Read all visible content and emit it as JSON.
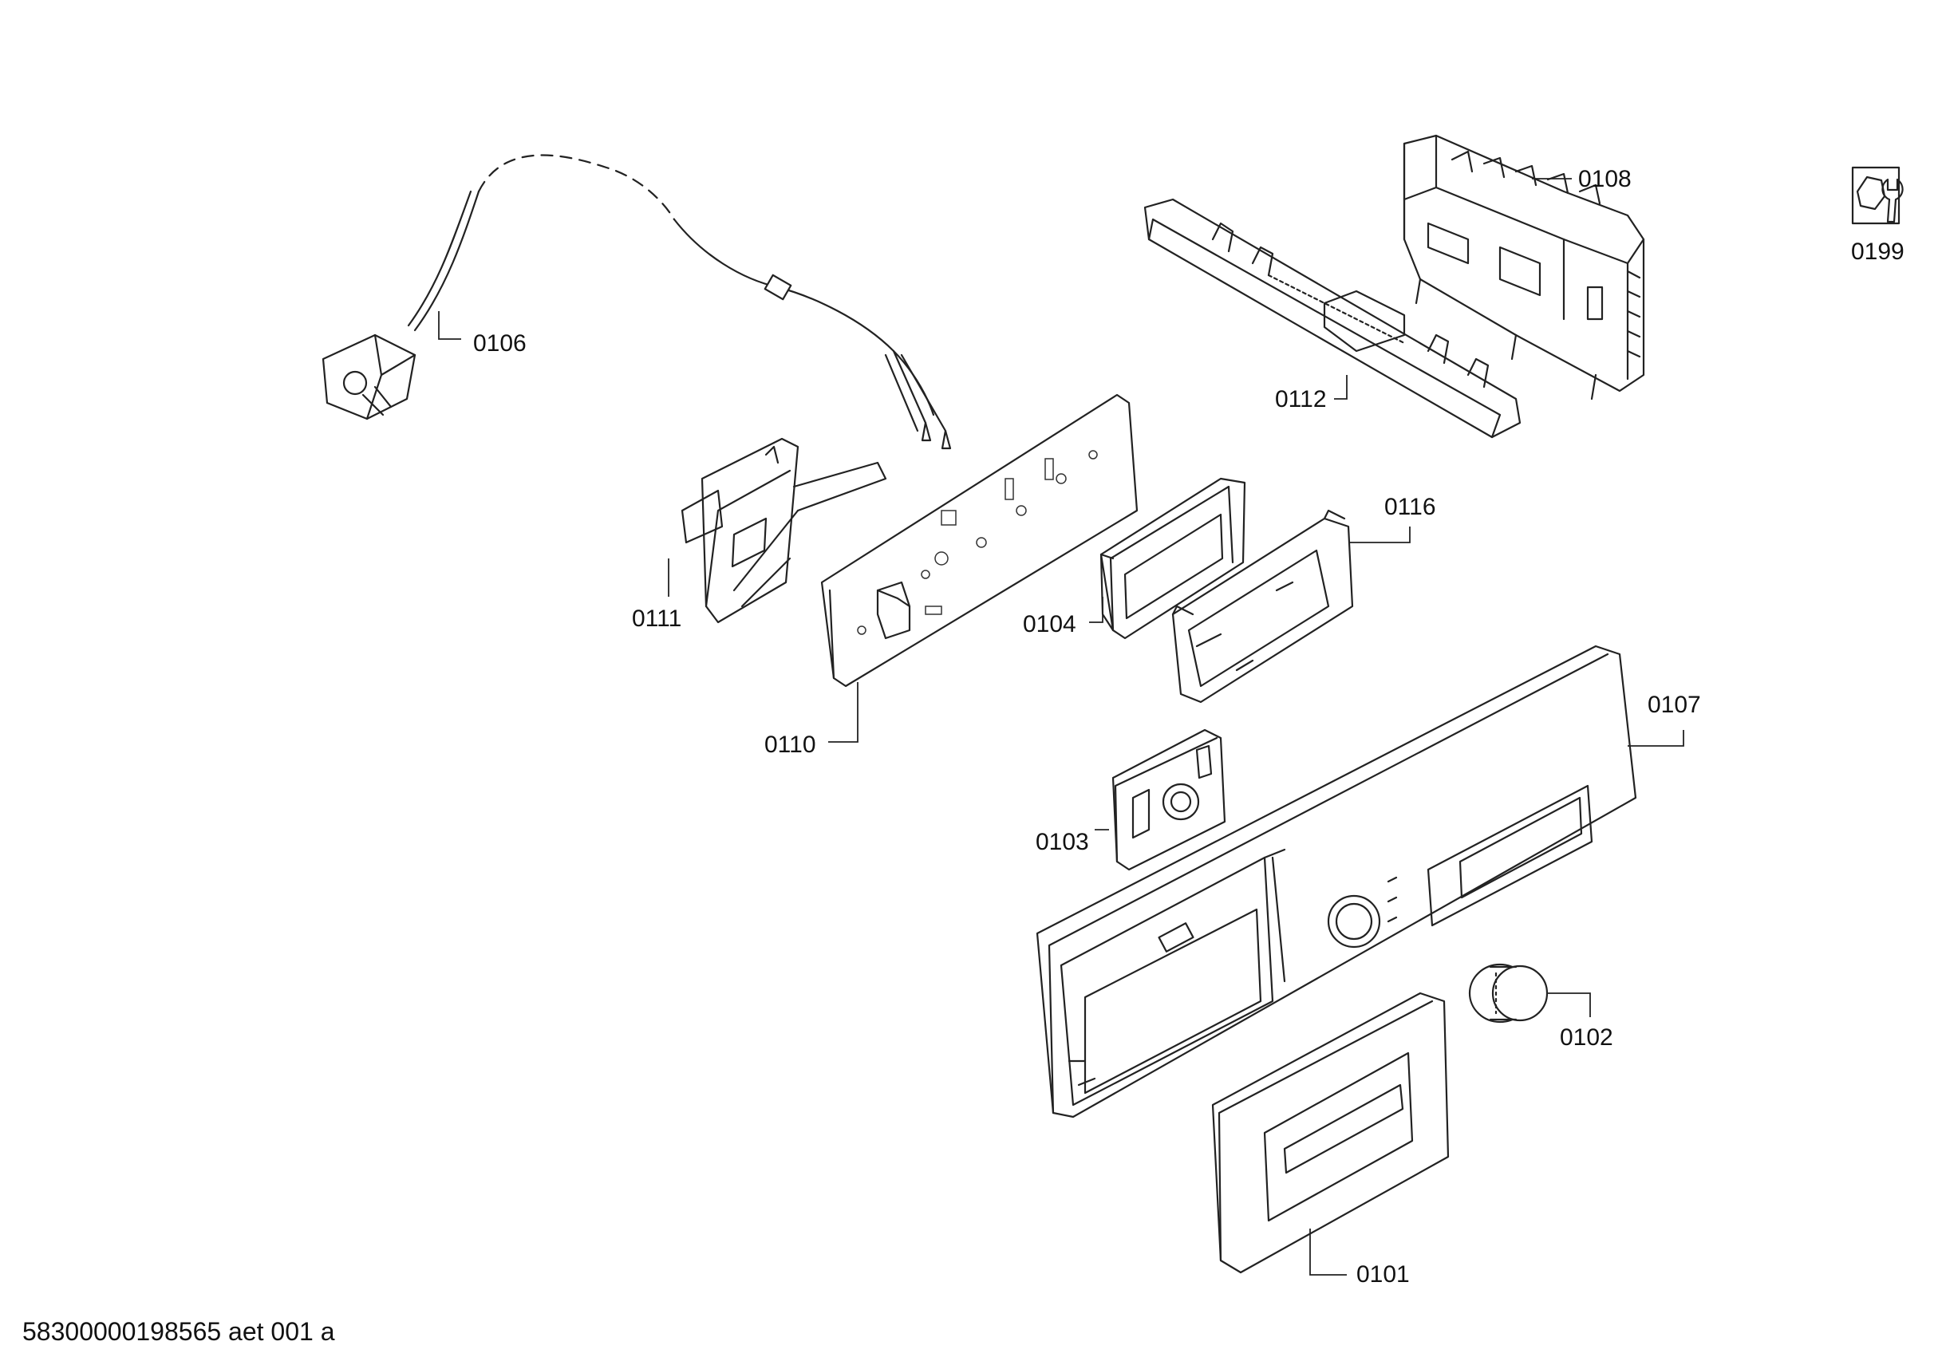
{
  "parts": [
    {
      "id": "0101",
      "label": "0101"
    },
    {
      "id": "0102",
      "label": "0102"
    },
    {
      "id": "0103",
      "label": "0103"
    },
    {
      "id": "0104",
      "label": "0104"
    },
    {
      "id": "0106",
      "label": "0106"
    },
    {
      "id": "0107",
      "label": "0107"
    },
    {
      "id": "0108",
      "label": "0108"
    },
    {
      "id": "0110",
      "label": "0110"
    },
    {
      "id": "0111",
      "label": "0111"
    },
    {
      "id": "0112",
      "label": "0112"
    },
    {
      "id": "0116",
      "label": "0116"
    },
    {
      "id": "0199",
      "label": "0199"
    }
  ],
  "footer": "58300000198565 aet 001 a",
  "service_icon": "wrench-nut-icon"
}
